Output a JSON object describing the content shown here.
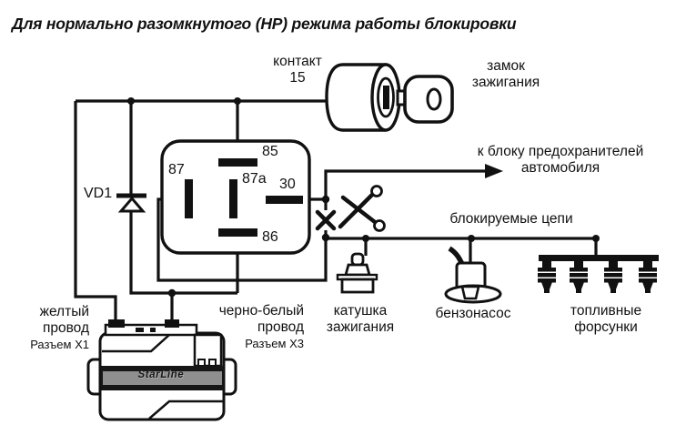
{
  "title": "Для нормально разомкнутого (НР) режима работы блокировки",
  "labels": {
    "contact": {
      "line1": "контакт",
      "line2": "15"
    },
    "ignition_lock": {
      "line1": "замок",
      "line2": "зажигания"
    },
    "fuse_block": {
      "line1": "к блоку предохранителей",
      "line2": "автомобиля"
    },
    "blocked_circuits": "блокируемые цепи",
    "vd1": "VD1",
    "yellow_wire": {
      "line1": "желтый",
      "line2": "провод",
      "connector": "Разъем Х1"
    },
    "black_white_wire": {
      "line1": "черно-белый",
      "line2": "провод",
      "connector": "Разъем Х3"
    },
    "ignition_coil": {
      "line1": "катушка",
      "line2": "зажигания"
    },
    "fuel_pump": "бензонасос",
    "injectors": {
      "line1": "топливные",
      "line2": "форсунки"
    },
    "unit_brand": "StarLine"
  },
  "relay": {
    "p85": "85",
    "p87": "87",
    "p87a": "87a",
    "p30": "30",
    "p86": "86"
  },
  "colors": {
    "wire": "#111111",
    "background": "#ffffff",
    "unit_band": "#161616",
    "unit_band_mid": "#8f8f8f",
    "brand_text": "#1a1a1a"
  }
}
